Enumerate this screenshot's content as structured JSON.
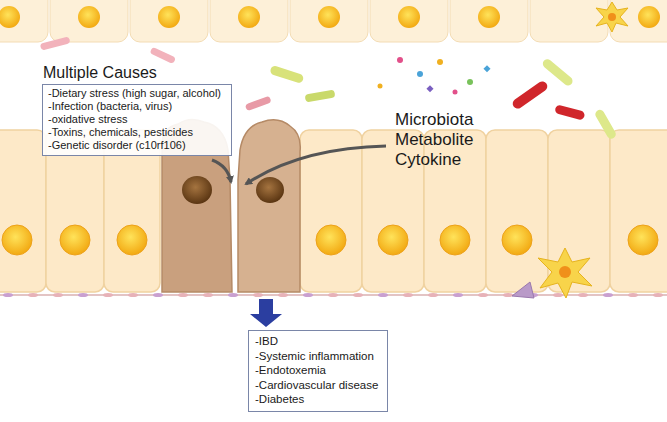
{
  "diagram": {
    "nodes": [
      {
        "text": [
          "Multiple Causes",
          "-Dietary stress (high sugar, alcohol)",
          "-Infection (bacteria, virus)",
          "-oxidative stress",
          "-Toxins, chemicals, pesticides",
          "-Genetic disorder (c10rf106)"
        ]
      },
      {
        "text": [
          "-IBD",
          "-Systemic inflammation",
          "-Endotoxemia",
          "-Cardiovascular disease",
          "-Diabetes"
        ]
      }
    ],
    "labels": [
      "Microbiota Metabolite Cytokine"
    ]
  }
}
